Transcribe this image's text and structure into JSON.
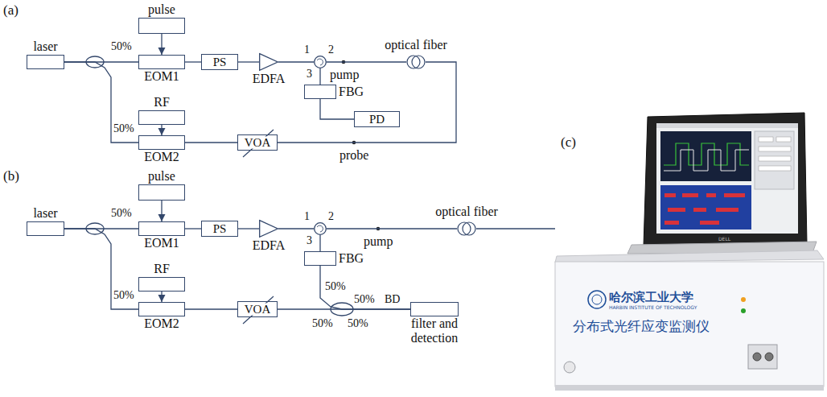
{
  "diagram": {
    "nodes": [
      {
        "text": [
          "laser"
        ]
      },
      {
        "text": [
          "pulse"
        ]
      },
      {
        "text": [
          "EOM1"
        ]
      },
      {
        "text": [
          "PS"
        ]
      },
      {
        "text": [
          "EDFA"
        ]
      },
      {
        "text": [
          "1",
          "2",
          "3"
        ]
      },
      {
        "text": [
          "optical fiber"
        ]
      },
      {
        "text": [
          "FBG"
        ]
      },
      {
        "text": [
          "PD"
        ]
      },
      {
        "text": [
          "RF"
        ]
      },
      {
        "text": [
          "EOM2"
        ]
      },
      {
        "text": [
          "VOA"
        ]
      },
      {
        "text": [
          "laser"
        ]
      },
      {
        "text": [
          "pulse"
        ]
      },
      {
        "text": [
          "EOM1"
        ]
      },
      {
        "text": [
          "PS"
        ]
      },
      {
        "text": [
          "EDFA"
        ]
      },
      {
        "text": [
          "1",
          "2",
          "3"
        ]
      },
      {
        "text": [
          "optical fiber"
        ]
      },
      {
        "text": [
          "FBG"
        ]
      },
      {
        "text": [
          "RF"
        ]
      },
      {
        "text": [
          "EOM2"
        ]
      },
      {
        "text": [
          "VOA"
        ]
      },
      {
        "text": [
          "filter and detection"
        ]
      }
    ],
    "edges": [
      {
        "from": 0,
        "to": 2,
        "arrow": "none"
      },
      {
        "from": 0,
        "to": 10,
        "arrow": "none"
      },
      {
        "from": 1,
        "to": 2,
        "arrow": "to"
      },
      {
        "from": 2,
        "to": 3,
        "arrow": "none"
      },
      {
        "from": 3,
        "to": 4,
        "arrow": "none"
      },
      {
        "from": 4,
        "to": 5,
        "arrow": "none"
      },
      {
        "from": 5,
        "to": 6,
        "arrow": "none"
      },
      {
        "from": 5,
        "to": 7,
        "arrow": "none"
      },
      {
        "from": 7,
        "to": 8,
        "arrow": "none"
      },
      {
        "from": 9,
        "to": 10,
        "arrow": "to"
      },
      {
        "from": 10,
        "to": 11,
        "arrow": "none"
      },
      {
        "from": 11,
        "to": 6,
        "arrow": "none"
      },
      {
        "from": 12,
        "to": 14,
        "arrow": "none"
      },
      {
        "from": 12,
        "to": 21,
        "arrow": "none"
      },
      {
        "from": 13,
        "to": 14,
        "arrow": "to"
      },
      {
        "from": 14,
        "to": 15,
        "arrow": "none"
      },
      {
        "from": 15,
        "to": 16,
        "arrow": "none"
      },
      {
        "from": 16,
        "to": 17,
        "arrow": "none"
      },
      {
        "from": 17,
        "to": 18,
        "arrow": "none"
      },
      {
        "from": 17,
        "to": 19,
        "arrow": "none"
      },
      {
        "from": 19,
        "to": 23,
        "arrow": "none"
      },
      {
        "from": 20,
        "to": 21,
        "arrow": "to"
      },
      {
        "from": 21,
        "to": 22,
        "arrow": "none"
      },
      {
        "from": 22,
        "to": 23,
        "arrow": "none"
      }
    ],
    "labels": [
      "(a)",
      "50%",
      "50%",
      "pump",
      "probe",
      "(b)",
      "50%",
      "50%",
      "pump",
      "50%",
      "50%",
      "BD",
      "50%",
      "50%",
      "(c)",
      "DELL",
      "哈尔滨工业大学",
      "HARBIN INSTITUTE OF TECHNOLOGY",
      "分布式光纤应变监测仪"
    ]
  }
}
